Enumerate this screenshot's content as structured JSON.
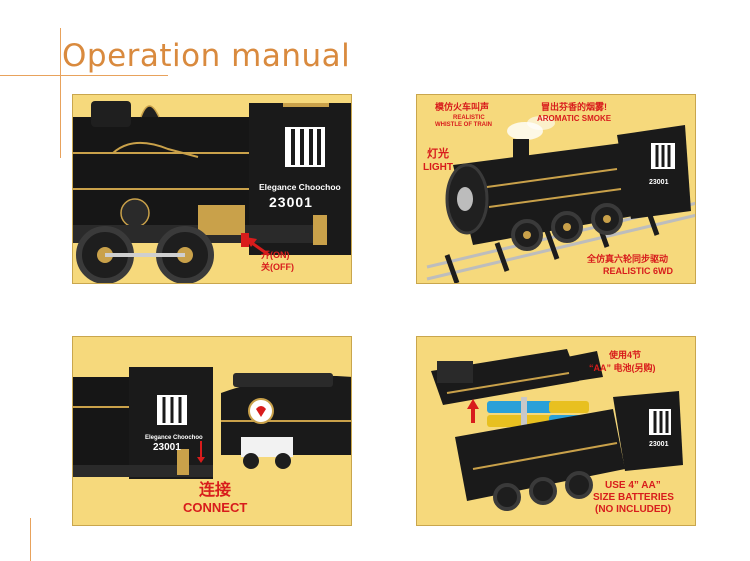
{
  "title": "Operation manual",
  "colors": {
    "accent": "#d98a3e",
    "panel_bg": "#f6d97c",
    "label_red": "#d81c1c",
    "loco": "#1a1a1a",
    "gold": "#c9a14a"
  },
  "panels": [
    {
      "id": "switch",
      "plate_name": "Elegance Choochoo",
      "plate_number": "23001",
      "on_label": "开(ON)",
      "off_label": "关(OFF)"
    },
    {
      "id": "features",
      "whistle_cn": "模仿火车叫声",
      "whistle_en1": "REALISTIC",
      "whistle_en2": "WHISTLE OF TRAIN",
      "smoke_cn": "冒出芬香的烟雾!",
      "smoke_en": "AROMATIC SMOKE",
      "light_cn": "灯光",
      "light_en": "LIGHT",
      "drive_cn": "全仿真六轮同步驱动",
      "drive_en": "REALISTIC 6WD",
      "plate_number": "23001"
    },
    {
      "id": "connect",
      "plate_name": "Elegance Choochoo",
      "plate_number": "23001",
      "connect_cn": "连接",
      "connect_en": "CONNECT"
    },
    {
      "id": "batteries",
      "use_cn": "使用4节",
      "aa_cn": "“AA” 电池(另购)",
      "use_en": "USE 4” AA”",
      "size_en": "SIZE BATTERIES",
      "note_en": "(NO INCLUDED)",
      "plate_number": "23001"
    }
  ]
}
